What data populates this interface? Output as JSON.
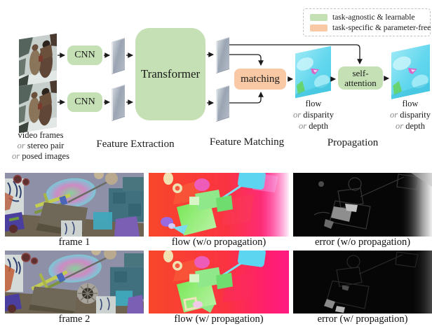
{
  "legend": {
    "items": [
      {
        "label": "task-agnostic & learnable",
        "color": "#c5e0b4"
      },
      {
        "label": "task-specific & parameter-free",
        "color": "#f8c9a4"
      }
    ]
  },
  "common": {
    "or": "or"
  },
  "inputs": {
    "line1": "video frames",
    "line2": "stereo pair",
    "line3": "posed images"
  },
  "boxes": {
    "cnn": "CNN",
    "transformer": "Transformer",
    "matching": "matching",
    "self_attention_line1": "self-",
    "self_attention_line2": "attention"
  },
  "outputs": {
    "line1": "flow",
    "line2": "disparity",
    "line3": "depth"
  },
  "sections": {
    "extraction": "Feature Extraction",
    "matching": "Feature Matching",
    "propagation": "Propagation"
  },
  "gallery": {
    "rows": [
      {
        "cells": [
          {
            "caption": "frame 1"
          },
          {
            "caption": "flow (w/o propagation)"
          },
          {
            "caption": "error (w/o propagation)"
          }
        ]
      },
      {
        "cells": [
          {
            "caption": "frame 2"
          },
          {
            "caption": "flow (w/ propagation)"
          },
          {
            "caption": "error (w/ propagation)"
          }
        ]
      }
    ]
  },
  "colors": {
    "task_agnostic_green": "#c5e0b4",
    "task_specific_orange": "#f8c9a4",
    "feature_map_gray": "#a9b2bf",
    "arrow_black": "#1a1a1a",
    "flow_red": "#f8472a",
    "flow_magenta": "#ff1f78",
    "flow_cyan": "#5cd6f0",
    "flow_green": "#8fe07a",
    "error_background": "#060606"
  }
}
